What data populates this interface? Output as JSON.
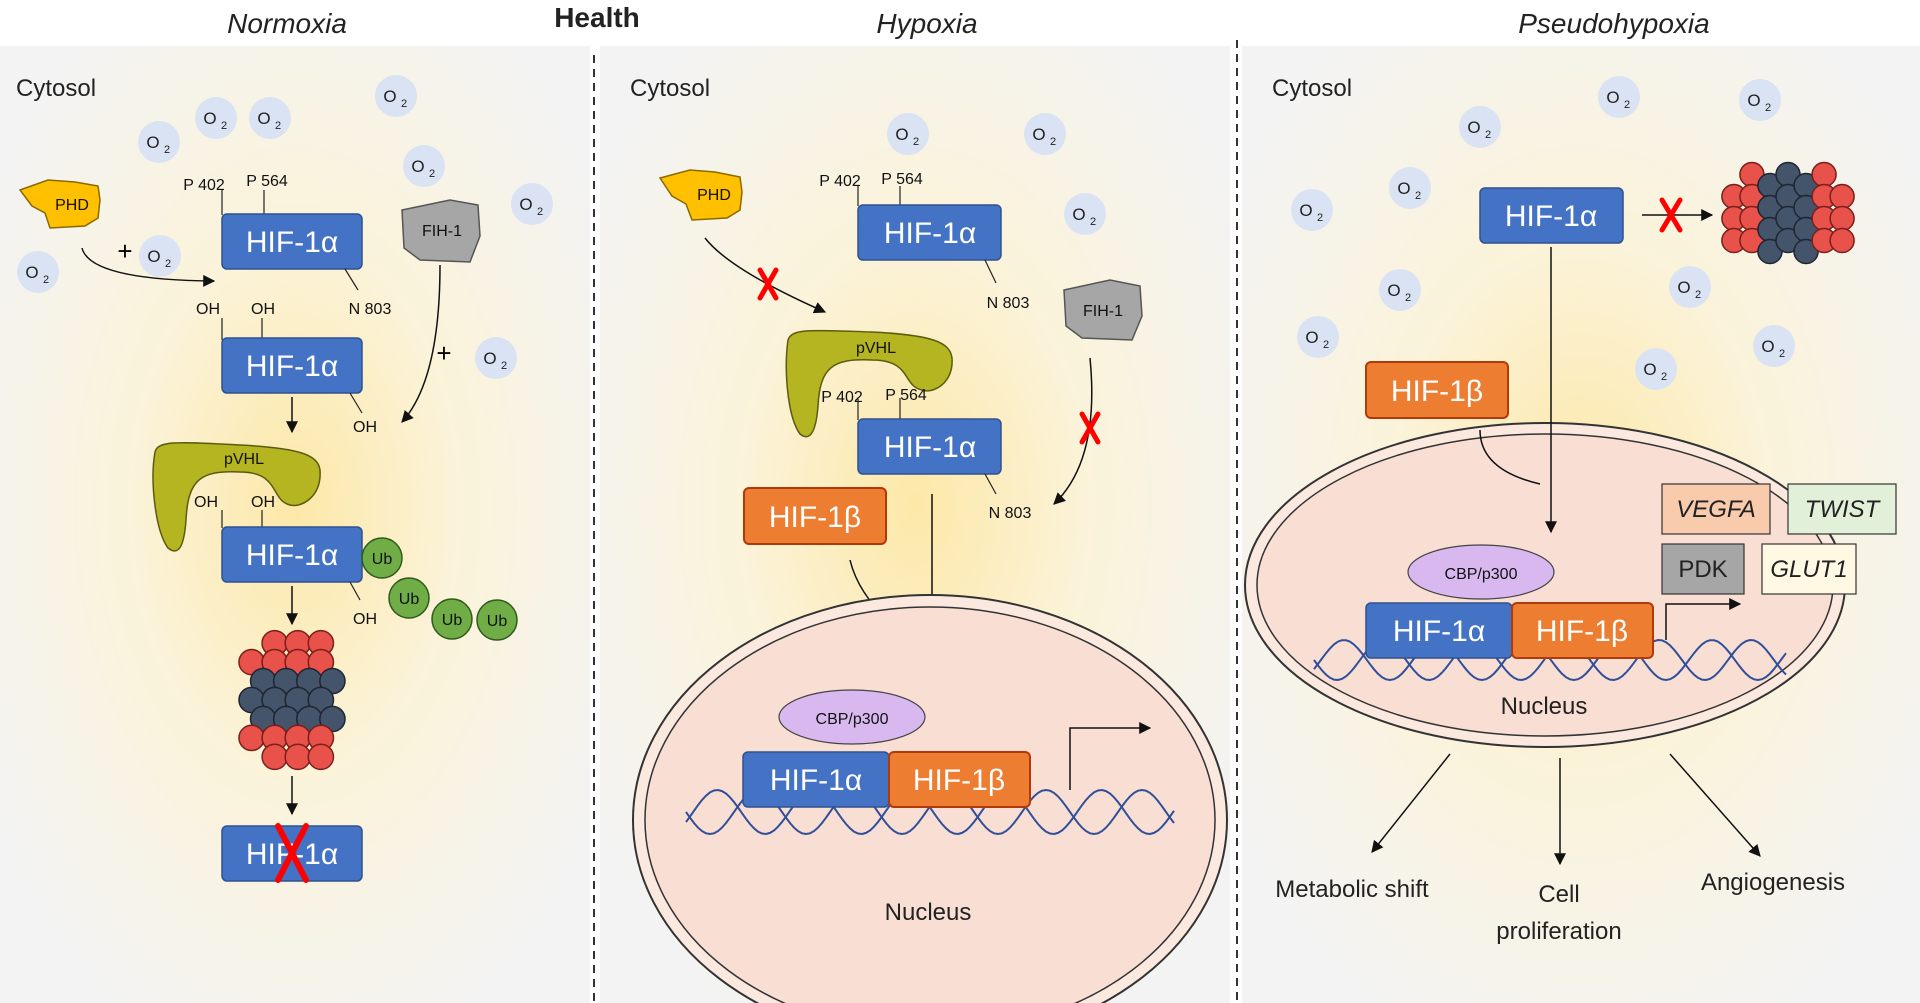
{
  "headings": {
    "left": "Normoxia",
    "center": "Health",
    "middle": "Hypoxia",
    "right": "Pseudohypoxia"
  },
  "cytosol_label": "Cytosol",
  "nucleus_label": "Nucleus",
  "o2": {
    "main": "O",
    "sub": "2"
  },
  "plus": "+",
  "molecules": {
    "hif1a": "HIF-1α",
    "hif1b": "HIF-1β",
    "phd": "PHD",
    "fih1": "FIH-1",
    "pvhl": "pVHL",
    "cbp": "CBP/p300",
    "ub": "Ub"
  },
  "residues": {
    "p402": "P 402",
    "p564": "P 564",
    "n803": "N 803",
    "oh": "OH"
  },
  "genes": {
    "vegfa": "VEGFA",
    "twist": "TWIST",
    "pdk": "PDK",
    "glut1": "GLUT1"
  },
  "outcomes": {
    "metabolic": "Metabolic shift",
    "cell_line1": "Cell",
    "cell_line2": "proliferation",
    "angio": "Angiogenesis"
  },
  "colors": {
    "hif1a": "#4472c4",
    "hif1b": "#ed7d31",
    "phd": "#ffc000",
    "fih1": "#a6a6a6",
    "pvhl": "#b5b521",
    "ub": "#70ad47",
    "cbp": "#d9b8f0",
    "proteasome_red": "#e8524a",
    "proteasome_dark": "#44546a",
    "o2": "#dae3f3",
    "nucleus": "#f8ded3",
    "cross": "#ff0000"
  }
}
